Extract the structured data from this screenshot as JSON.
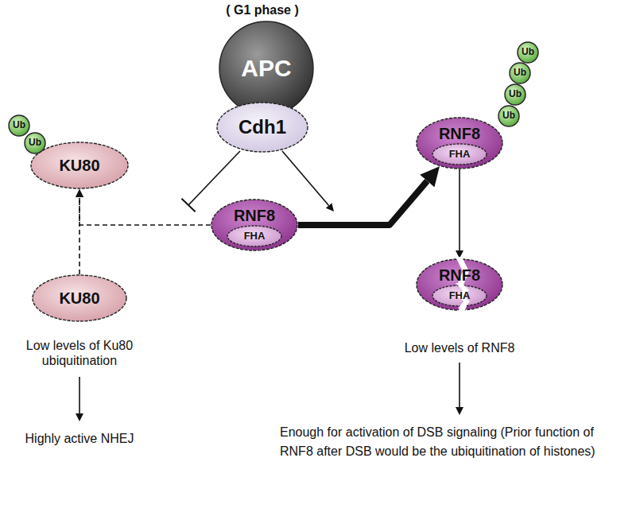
{
  "diagram": {
    "nodes": [
      {
        "text": [
          "APC"
        ]
      },
      {
        "text": [
          "Cdh1"
        ]
      },
      {
        "text": [
          "KU80"
        ]
      },
      {
        "text": [
          "Ub"
        ]
      },
      {
        "text": [
          "Ub"
        ]
      },
      {
        "text": [
          "RNF8"
        ]
      },
      {
        "text": [
          "FHA"
        ],
        "in": 5
      },
      {
        "text": [
          "Ub"
        ]
      },
      {
        "text": [
          "Ub"
        ]
      },
      {
        "text": [
          "Ub"
        ]
      },
      {
        "text": [
          "Ub"
        ]
      },
      {
        "text": [
          "RNF8"
        ]
      },
      {
        "text": [
          "FHA"
        ],
        "in": 11
      },
      {
        "text": [
          "KU80"
        ]
      },
      {
        "text": [
          "RNF8"
        ]
      },
      {
        "text": [
          "FHA"
        ],
        "in": 14
      }
    ],
    "edges": [
      {
        "from": 11,
        "to": 2,
        "arrow": "to"
      },
      {
        "from": 13,
        "to": 2,
        "arrow": "to"
      },
      {
        "from": 11,
        "to": 5,
        "arrow": "to"
      },
      {
        "from": 5,
        "to": 14,
        "arrow": "to"
      }
    ],
    "labels": [
      "( G1 phase )",
      "Low levels of Ku80 ubiquitination",
      "Highly active NHEJ",
      "Low levels of RNF8",
      "Enough for activation of DSB signaling (Prior function of RNF8 after DSB would be the ubiquitination of histones)"
    ]
  }
}
